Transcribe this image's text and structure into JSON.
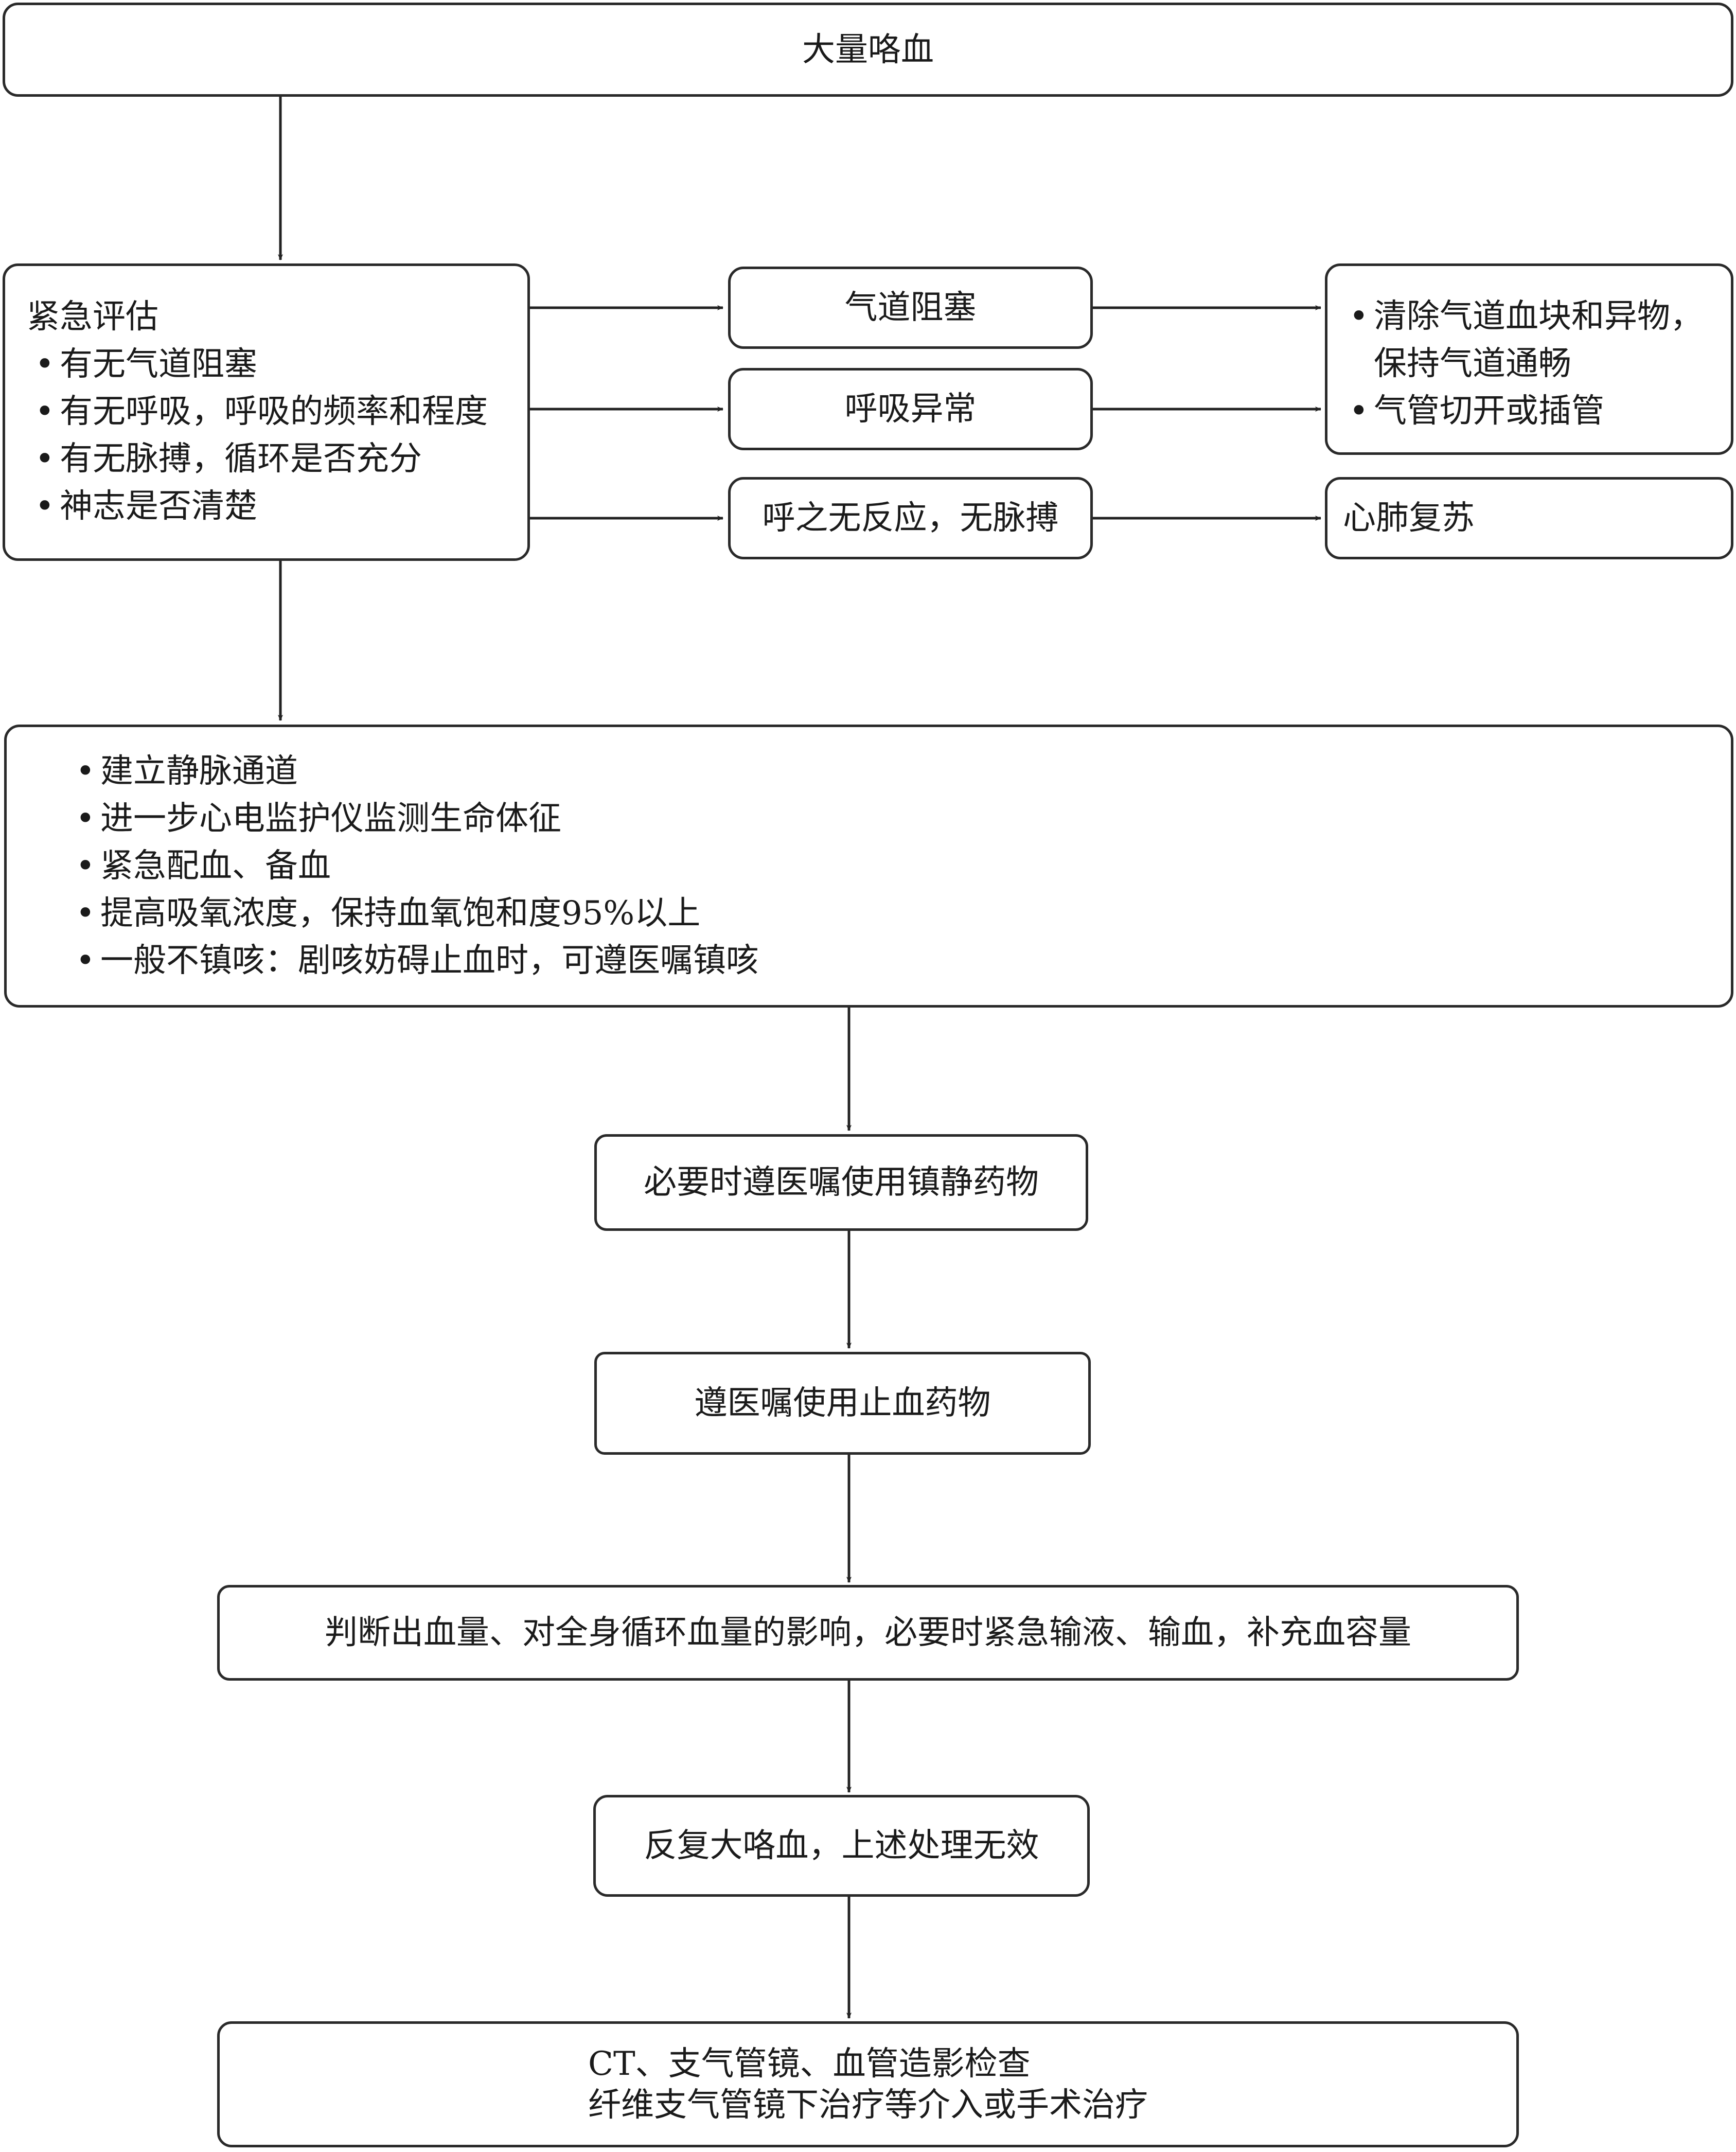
{
  "nodes": {
    "massive_hemoptysis": "大量咯血",
    "emergency_assessment": {
      "title": "紧急评估",
      "items": [
        "有无气道阻塞",
        "有无呼吸，呼吸的频率和程度",
        "有无脉搏，循环是否充分",
        "神志是否清楚"
      ]
    },
    "airway_obstruction": "气道阻塞",
    "breathing_abnormal": "呼吸异常",
    "no_response_no_pulse": "呼之无反应，无脉搏",
    "airway_actions": [
      "清除气道血块和异物，",
      "保持气道通畅",
      "气管切开或插管"
    ],
    "cpr": "心肺复苏",
    "initial_measures": [
      "建立静脉通道",
      "进一步心电监护仪监测生命体征",
      "紧急配血、备血",
      "提高吸氧浓度，保持血氧饱和度95%以上",
      "一般不镇咳：剧咳妨碍止血时，可遵医嘱镇咳"
    ],
    "sedation": "必要时遵医嘱使用镇静药物",
    "hemostatics": "遵医嘱使用止血药物",
    "volume_assessment": "判断出血量、对全身循环血量的影响，必要时紧急输液、输血，补充血容量",
    "recurrent": "反复大咯血，上述处理无效",
    "advanced": [
      "CT、支气管镜、血管造影检查",
      "纤维支气管镜下治疗等介入或手术治疗"
    ]
  }
}
